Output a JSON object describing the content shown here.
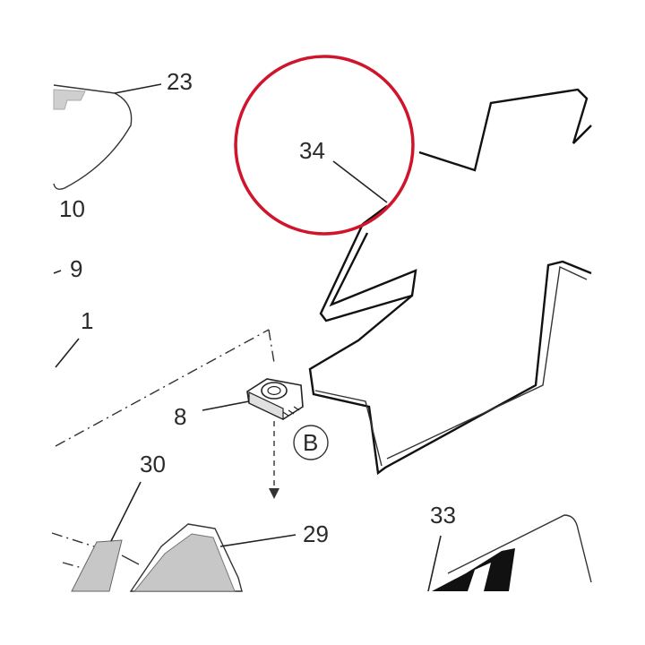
{
  "diagram": {
    "highlight_color": "#d0142c",
    "line_color": "#111111",
    "sticker_fill": "#c7c7c7",
    "callouts": [
      {
        "id": "c23",
        "text": "23"
      },
      {
        "id": "c10",
        "text": "10"
      },
      {
        "id": "c9",
        "text": "9"
      },
      {
        "id": "c1",
        "text": "1"
      },
      {
        "id": "c34",
        "text": "34"
      },
      {
        "id": "c8",
        "text": "8"
      },
      {
        "id": "cB",
        "text": "B"
      },
      {
        "id": "c30",
        "text": "30"
      },
      {
        "id": "c29",
        "text": "29"
      },
      {
        "id": "c33",
        "text": "33"
      }
    ]
  }
}
